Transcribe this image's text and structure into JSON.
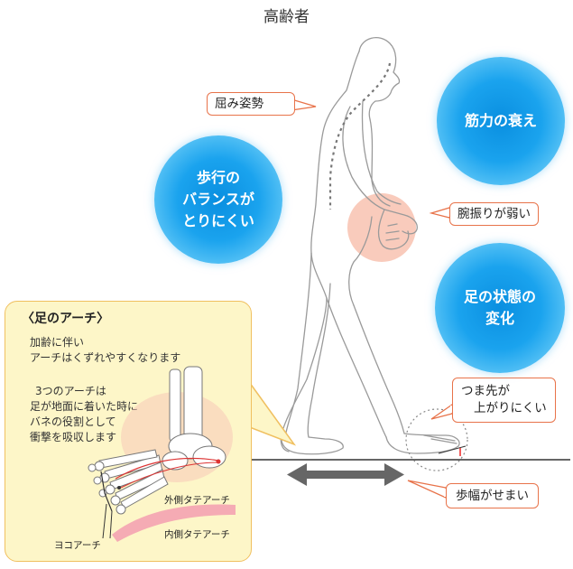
{
  "title": "高齢者",
  "callouts": {
    "posture": "屈み姿勢",
    "arm_swing": "腕振りが弱い",
    "toe_lift": [
      "つま先が",
      "上がりにくい"
    ],
    "stride": "歩幅がせまい"
  },
  "bubbles": {
    "balance": [
      "歩行の",
      "バランスが",
      "とりにくい"
    ],
    "muscle": [
      "筋力の衰え"
    ],
    "foot": [
      "足の状態の",
      "変化"
    ]
  },
  "arch_panel": {
    "title": "〈足のアーチ〉",
    "lines1": [
      "加齢に伴い",
      "アーチはくずれやすくなります"
    ],
    "lines2": [
      "3つのアーチは",
      "足が地面に着いた時に",
      "バネの役割として",
      "衝撃を吸収します"
    ],
    "labels": {
      "outer": "外側タテアーチ",
      "inner": "内側タテアーチ",
      "transverse": "ヨコアーチ"
    }
  },
  "colors": {
    "accent": "#e8734a",
    "bubble_blue": "#1aa3ee",
    "panel_bg": "#fdf6c8",
    "panel_border": "#f0c060",
    "arrow": "#666666"
  }
}
